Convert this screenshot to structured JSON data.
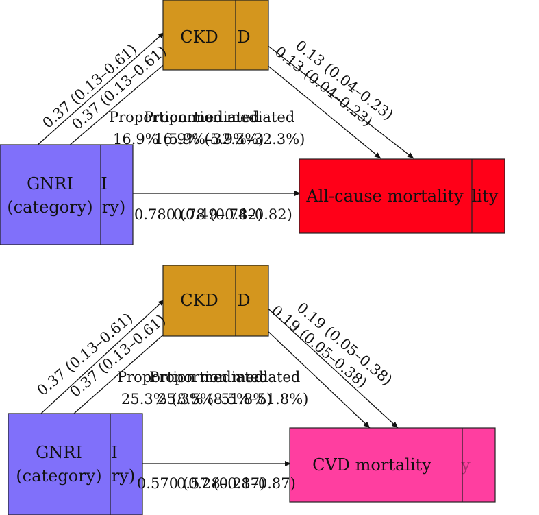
{
  "colors": {
    "ckd": "#D4961E",
    "gnri": "#8070FA",
    "all_cause": "#FF0018",
    "cvd": "#FF3EA0",
    "stroke": "#222222"
  },
  "panel1": {
    "mediator": "CKD",
    "mediator_ghost": "D",
    "exposure_line1": "GNRI",
    "exposure_line2": "(category)",
    "exposure_ghost1": "I",
    "exposure_ghost2": "ry)",
    "outcome": "All-cause mortality",
    "outcome_ghost": "lity",
    "path_a": "0.37 (0.13–0.61)",
    "path_b": "0.13 (0.04–0.23)",
    "path_c": "0.78 (0.74–0.82)",
    "path_c_ghost": "0.780 (0.49–0.82)",
    "proportion_label": "Proportion mediated",
    "proportion_value": "16.9% (5.9%–32.3%)"
  },
  "panel2": {
    "mediator": "CKD",
    "mediator_ghost": "D",
    "exposure_line1": "GNRI",
    "exposure_line2": "(category)",
    "exposure_ghost1": "I",
    "exposure_ghost2": "ry)",
    "outcome": "CVD mortality",
    "outcome_ghost": "y",
    "path_a": "0.37 (0.13–0.61)",
    "path_b": "0.19 (0.05–0.38)",
    "path_c": "0.57 (0.21–0.87)",
    "path_c_ghost": "0.570 (0.28–0.87)",
    "proportion_label": "Proportion mediated",
    "proportion_value": "25.3% (8.5%–51.8%)"
  }
}
